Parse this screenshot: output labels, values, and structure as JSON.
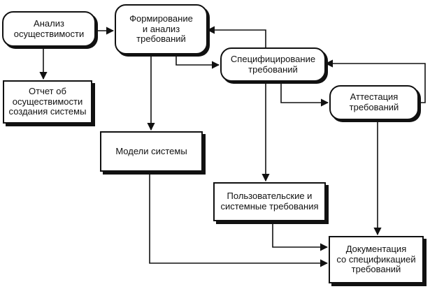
{
  "nodes": {
    "feasibility": "Анализ\nосуществимости",
    "elicitation": "Формирование\nи анализ\nтребований",
    "specification": "Специфицирование\nтребований",
    "validation": "Аттестация\nтребований",
    "feasibility_report": "Отчет об\nосуществимости\nсоздания системы",
    "system_models": "Модели системы",
    "user_system_requirements": "Пользовательские и\nсистемные требования",
    "requirements_document": "Документация\nсо спецификацией\nтребований"
  }
}
